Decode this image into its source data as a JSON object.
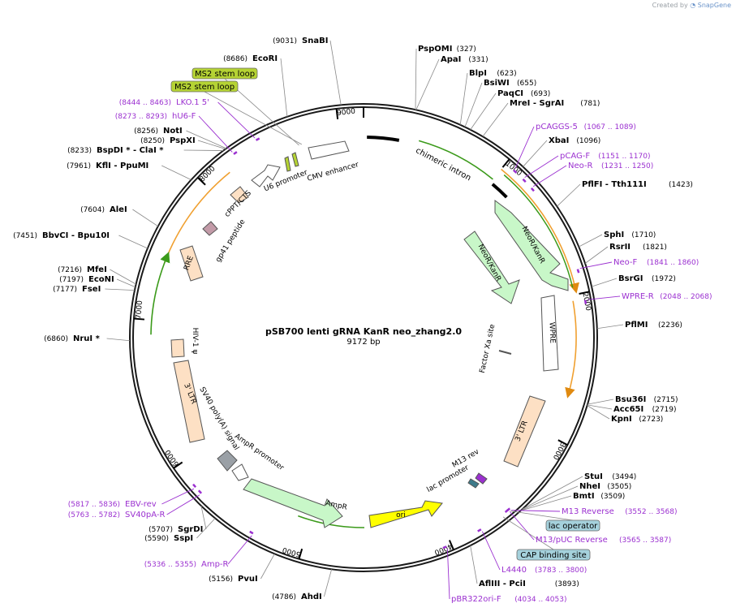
{
  "watermark": {
    "prefix": "Created by",
    "brand": "SnapGene"
  },
  "plasmid": {
    "name": "pSB700 lenti gRNA KanR neo_zhang2.0",
    "size": "9172 bp",
    "length": 9172
  },
  "ticks": [
    "1000",
    "2000",
    "3000",
    "4000",
    "5000",
    "6000",
    "7000",
    "8000",
    "9000"
  ],
  "sites": [
    {
      "name": "SnaBI",
      "num": "(9031)"
    },
    {
      "name": "EcoRI",
      "num": "(8686)"
    },
    {
      "name": "PspOMI",
      "num": "(327)"
    },
    {
      "name": "ApaI",
      "num": "(331)"
    },
    {
      "name": "BlpI",
      "num": "(623)"
    },
    {
      "name": "BsiWI",
      "num": "(655)"
    },
    {
      "name": "PaqCI",
      "num": "(693)"
    },
    {
      "name": "MreI - SgrAI",
      "num": "(781)"
    },
    {
      "name": "XbaI",
      "num": "(1096)"
    },
    {
      "name": "PflFI - Tth111I",
      "num": "(1423)"
    },
    {
      "name": "SphI",
      "num": "(1710)"
    },
    {
      "name": "RsrII",
      "num": "(1821)"
    },
    {
      "name": "BsrGI",
      "num": "(1972)"
    },
    {
      "name": "PflMI",
      "num": "(2236)"
    },
    {
      "name": "Bsu36I",
      "num": "(2715)"
    },
    {
      "name": "Acc65I",
      "num": "(2719)"
    },
    {
      "name": "KpnI",
      "num": "(2723)"
    },
    {
      "name": "StuI",
      "num": "(3494)"
    },
    {
      "name": "NheI",
      "num": "(3505)"
    },
    {
      "name": "BmtI",
      "num": "(3509)"
    },
    {
      "name": "AflIII - PciI",
      "num": "(3893)"
    },
    {
      "name": "AhdI",
      "num": "(4786)"
    },
    {
      "name": "PvuI",
      "num": "(5156)"
    },
    {
      "name": "SspI",
      "num": "(5590)"
    },
    {
      "name": "SgrDI",
      "num": "(5707)"
    },
    {
      "name": "NruI *",
      "num": "(6860)"
    },
    {
      "name": "FseI",
      "num": "(7177)"
    },
    {
      "name": "EcoNI",
      "num": "(7197)"
    },
    {
      "name": "MfeI",
      "num": "(7216)"
    },
    {
      "name": "BbvCI - Bpu10I",
      "num": "(7451)"
    },
    {
      "name": "AleI",
      "num": "(7604)"
    },
    {
      "name": "KflI - PpuMI",
      "num": "(7961)"
    },
    {
      "name": "BspDI * - ClaI *",
      "num": "(8233)"
    },
    {
      "name": "PspXI",
      "num": "(8250)"
    },
    {
      "name": "NotI",
      "num": "(8256)"
    }
  ],
  "primers": [
    {
      "name": "LKO.1 5'",
      "range": "(8444 .. 8463)"
    },
    {
      "name": "hU6-F",
      "range": "(8273 .. 8293)"
    },
    {
      "name": "pCAGGS-5",
      "range": "(1067 .. 1089)"
    },
    {
      "name": "pCAG-F",
      "range": "(1151 .. 1170)"
    },
    {
      "name": "Neo-R",
      "range": "(1231 .. 1250)"
    },
    {
      "name": "Neo-F",
      "range": "(1841 .. 1860)"
    },
    {
      "name": "WPRE-R",
      "range": "(2048 .. 2068)"
    },
    {
      "name": "M13 Reverse",
      "range": "(3552 .. 3568)"
    },
    {
      "name": "M13/pUC Reverse",
      "range": "(3565 .. 3587)"
    },
    {
      "name": "L4440",
      "range": "(3783 .. 3800)"
    },
    {
      "name": "pBR322ori-F",
      "range": "(4034 .. 4053)"
    },
    {
      "name": "Amp-R",
      "range": "(5336 .. 5355)"
    },
    {
      "name": "EBV-rev",
      "range": "(5817 .. 5836)"
    },
    {
      "name": "SV40pA-R",
      "range": "(5763 .. 5782)"
    }
  ],
  "boxed_features": [
    {
      "name": "MS2 stem loop"
    },
    {
      "name": "MS2 stem loop"
    },
    {
      "name": "lac operator"
    },
    {
      "name": "CAP binding site"
    }
  ],
  "features": [
    {
      "name": "chimeric intron"
    },
    {
      "name": "NeoR/KanR"
    },
    {
      "name": "NeoR/KanR"
    },
    {
      "name": "WPRE"
    },
    {
      "name": "Factor Xa site"
    },
    {
      "name": "3' LTR"
    },
    {
      "name": "M13 rev"
    },
    {
      "name": "lac promoter"
    },
    {
      "name": "ori"
    },
    {
      "name": "AmpR"
    },
    {
      "name": "AmpR promoter"
    },
    {
      "name": "SV40 poly(A) signal"
    },
    {
      "name": "3' LTR"
    },
    {
      "name": "HIV-1 ψ"
    },
    {
      "name": "RRE"
    },
    {
      "name": "gp41 peptide"
    },
    {
      "name": "cPPT/CTS"
    },
    {
      "name": "U6 promoter"
    },
    {
      "name": "CMV enhancer"
    }
  ],
  "colors": {
    "backbone": "#1a1a1a",
    "primer": "#9b30d0",
    "orange_arc": "#f0a030",
    "green_arc": "#3b9a1a",
    "ltr": "#fde0c4",
    "neo": "#c8f7c8",
    "ori": "#ffff00",
    "box_green": "#b5d334",
    "box_blue": "#a5d1dc"
  }
}
